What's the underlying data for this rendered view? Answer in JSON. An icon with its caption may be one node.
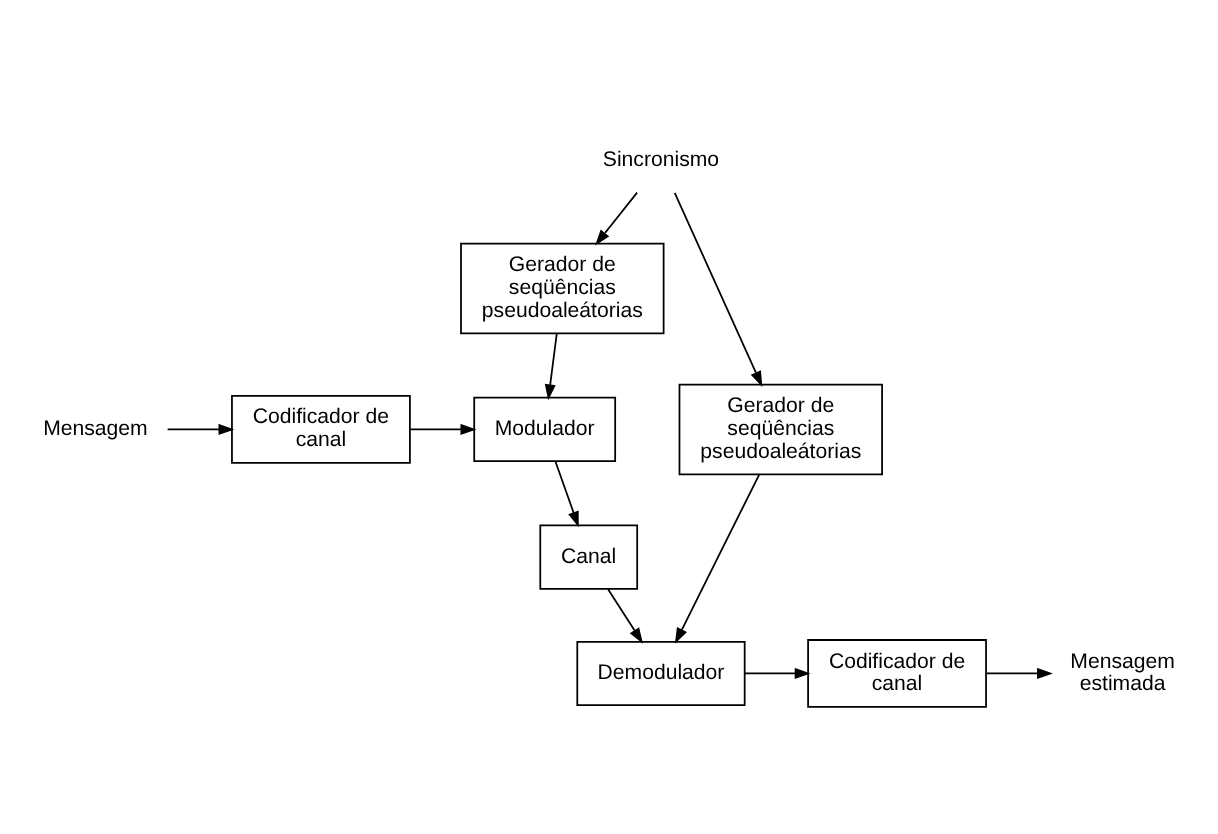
{
  "diagram": {
    "nodes": [
      {
        "text": [
          "Mensagem"
        ]
      },
      {
        "text": [
          "Codificador de canal"
        ]
      },
      {
        "text": [
          "Modulador"
        ]
      },
      {
        "text": [
          "Gerador de seqüências pseudoaleátorias"
        ]
      },
      {
        "text": [
          "Sincronismo"
        ]
      },
      {
        "text": [
          "Gerador de seqüências pseudoaleátorias"
        ]
      },
      {
        "text": [
          "Canal"
        ]
      },
      {
        "text": [
          "Demodulador"
        ]
      },
      {
        "text": [
          "Codificador de canal"
        ]
      },
      {
        "text": [
          "Mensagem estimada"
        ]
      }
    ],
    "edges": [
      {
        "from": 0,
        "to": 1,
        "arrow": "to"
      },
      {
        "from": 1,
        "to": 2,
        "arrow": "to"
      },
      {
        "from": 2,
        "to": 6,
        "arrow": "to"
      },
      {
        "from": 3,
        "to": 2,
        "arrow": "to"
      },
      {
        "from": 4,
        "to": 3,
        "arrow": "to"
      },
      {
        "from": 4,
        "to": 5,
        "arrow": "to"
      },
      {
        "from": 5,
        "to": 7,
        "arrow": "to"
      },
      {
        "from": 6,
        "to": 7,
        "arrow": "to"
      },
      {
        "from": 7,
        "to": 8,
        "arrow": "to"
      },
      {
        "from": 8,
        "to": 9,
        "arrow": "to"
      }
    ]
  }
}
